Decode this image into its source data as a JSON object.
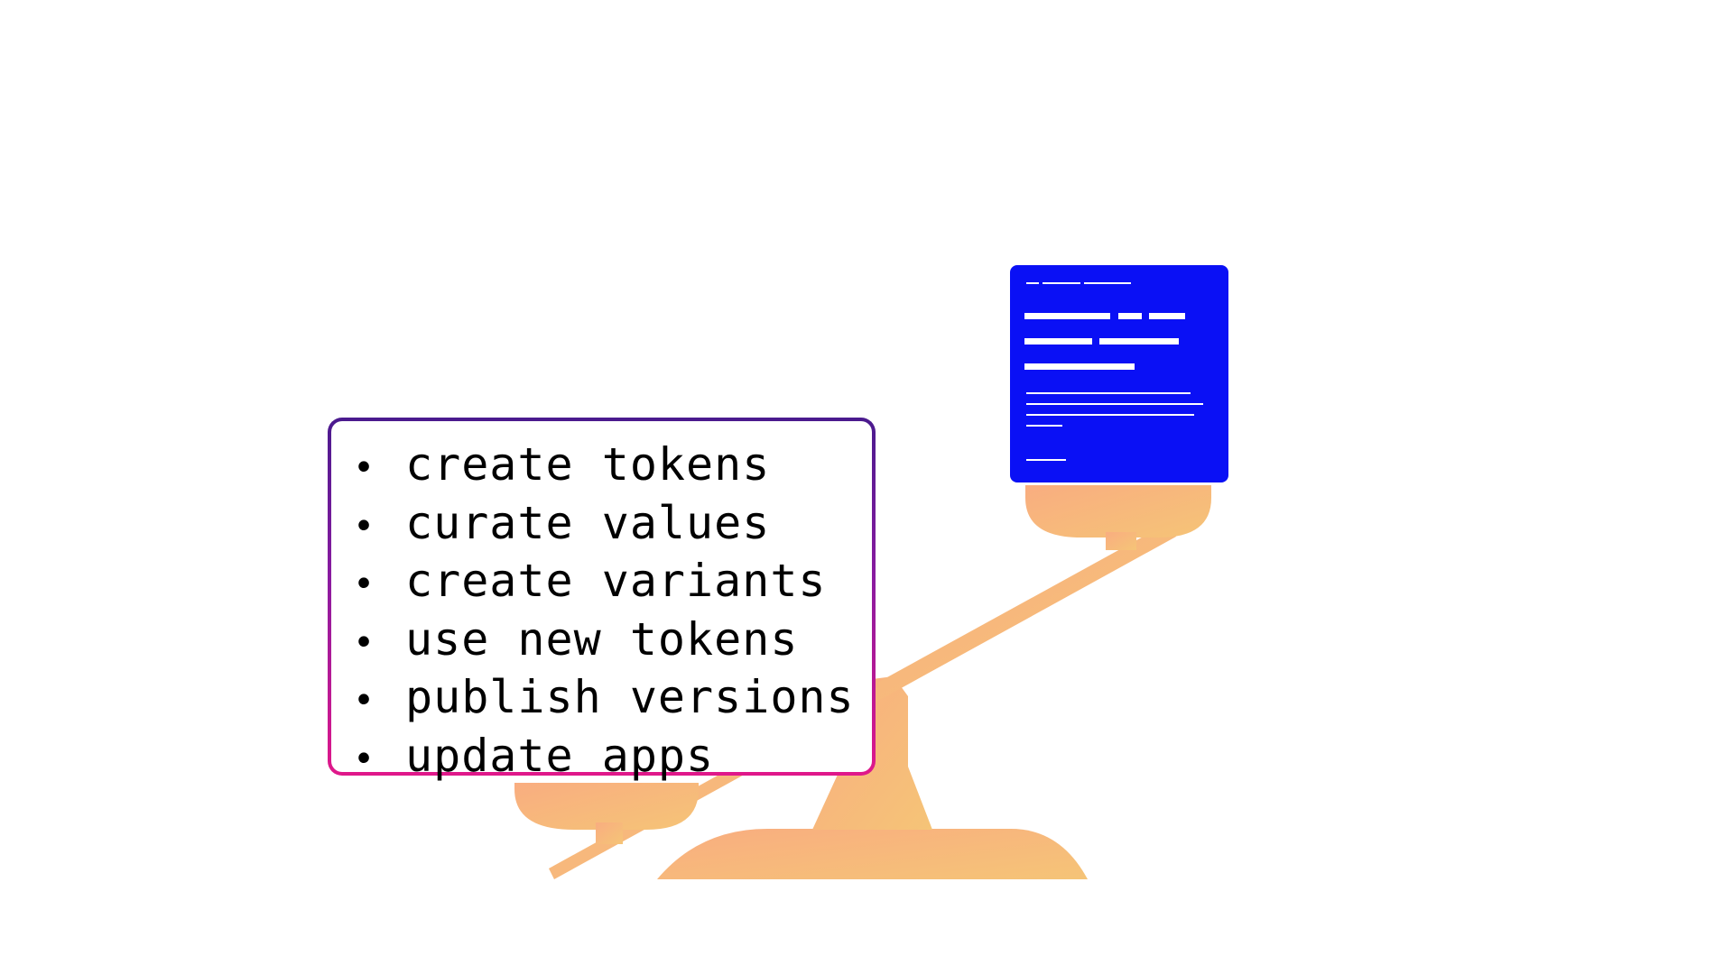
{
  "task_list": {
    "items": [
      {
        "label": "create tokens"
      },
      {
        "label": "curate values"
      },
      {
        "label": "create variants"
      },
      {
        "label": "use new tokens"
      },
      {
        "label": "publish versions"
      },
      {
        "label": "update apps"
      }
    ],
    "bullet": "•"
  },
  "colors": {
    "seesaw": "#f7b57a",
    "seesaw_highlight": "#f5c477",
    "document": "#0a10f5",
    "document_lines": "#ffffff",
    "box_border_top": "#4a1a8e",
    "box_border_bottom": "#e0188a",
    "text": "#000000"
  }
}
